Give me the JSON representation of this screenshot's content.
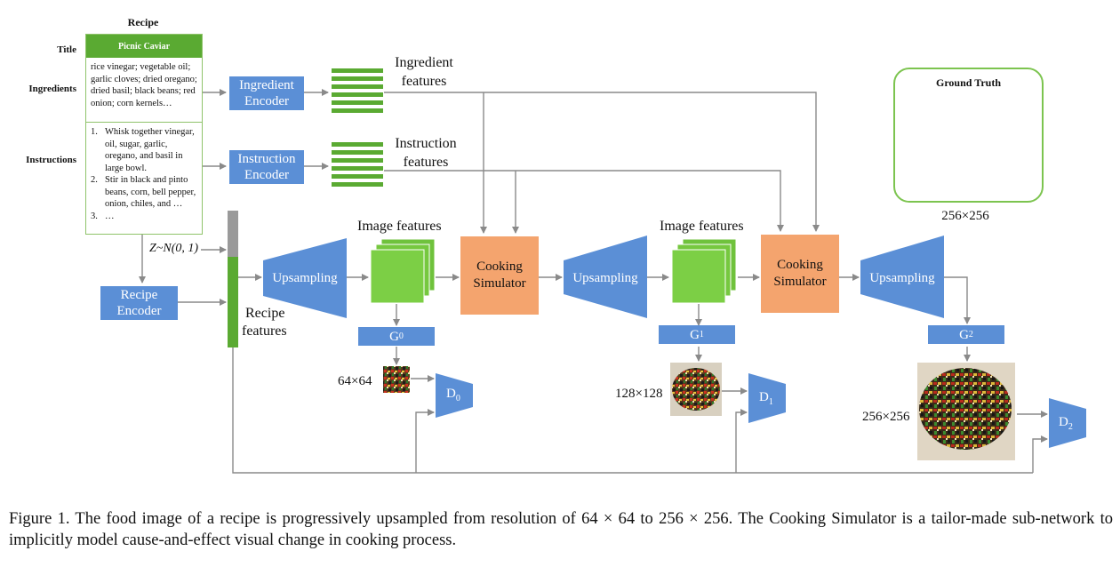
{
  "recipe": {
    "header": "Recipe",
    "title_label": "Title",
    "ingredients_label": "Ingredients",
    "instructions_label": "Instructions",
    "title": "Picnic Caviar",
    "ingredients_text": "rice vinegar; vegetable oil; garlic cloves; dried oregano; dried basil; black beans; red onion; corn kernels…",
    "instructions": [
      {
        "num": "1.",
        "text": "Whisk together vinegar, oil, sugar, garlic, oregano, and basil in large bowl."
      },
      {
        "num": "2.",
        "text": "Stir in black and pinto beans, corn, bell pepper, onion, chiles, and …"
      },
      {
        "num": "3.",
        "text": "…"
      }
    ]
  },
  "encoders": {
    "ingredient": "Ingredient Encoder",
    "instruction": "Instruction Encoder",
    "recipe": "Recipe Encoder"
  },
  "features": {
    "ingredient_line1": "Ingredient",
    "ingredient_line2": "features",
    "instruction_line1": "Instruction",
    "instruction_line2": "features",
    "recipe_line1": "Recipe",
    "recipe_line2": "features",
    "image_1": "Image features",
    "image_2": "Image features"
  },
  "noise": "Z~N(0, 1)",
  "blocks": {
    "upsampling": "Upsampling",
    "cooking_simulator_line1": "Cooking",
    "cooking_simulator_line2": "Simulator"
  },
  "generators": [
    "G",
    "G",
    "G"
  ],
  "generator_subs": [
    "0",
    "1",
    "2"
  ],
  "discriminators": [
    "D",
    "D",
    "D"
  ],
  "discriminator_subs": [
    "0",
    "1",
    "2"
  ],
  "resolutions": [
    "64×64",
    "128×128",
    "256×256"
  ],
  "ground_truth": {
    "title": "Ground Truth",
    "resolution": "256×256"
  },
  "colors": {
    "blue": "#5b8fd6",
    "green": "#5aaa32",
    "orange": "#f4a46e",
    "arrow": "#8a8a8a"
  },
  "caption": "Figure 1. The food image of a recipe is progressively upsampled from resolution of 64 × 64 to 256 × 256. The Cooking Simulator is a tailor-made sub-network to implicitly model cause-and-effect visual change in cooking process."
}
